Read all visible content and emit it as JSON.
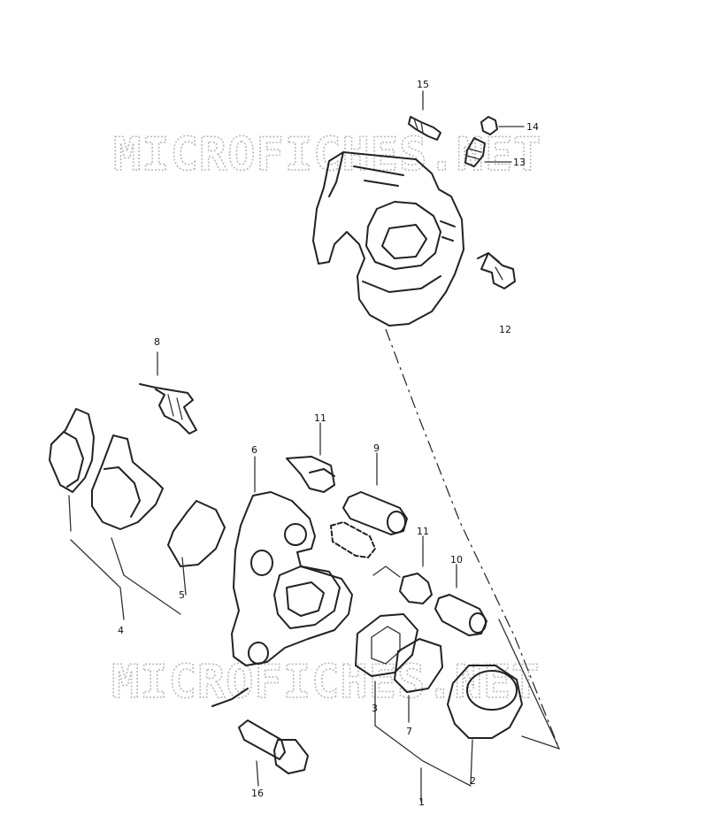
{
  "watermark": {
    "text": "MICROFICHES.NET",
    "color": "#b8b8b8"
  },
  "callouts": {
    "c1": "1",
    "c2": "2",
    "c3": "3",
    "c4": "4",
    "c5": "5",
    "c6": "6",
    "c7": "7",
    "c8": "8",
    "c9": "9",
    "c10": "10",
    "c11a": "11",
    "c11b": "11",
    "c12": "12",
    "c13": "13",
    "c14": "14",
    "c15": "15",
    "c16": "16"
  }
}
